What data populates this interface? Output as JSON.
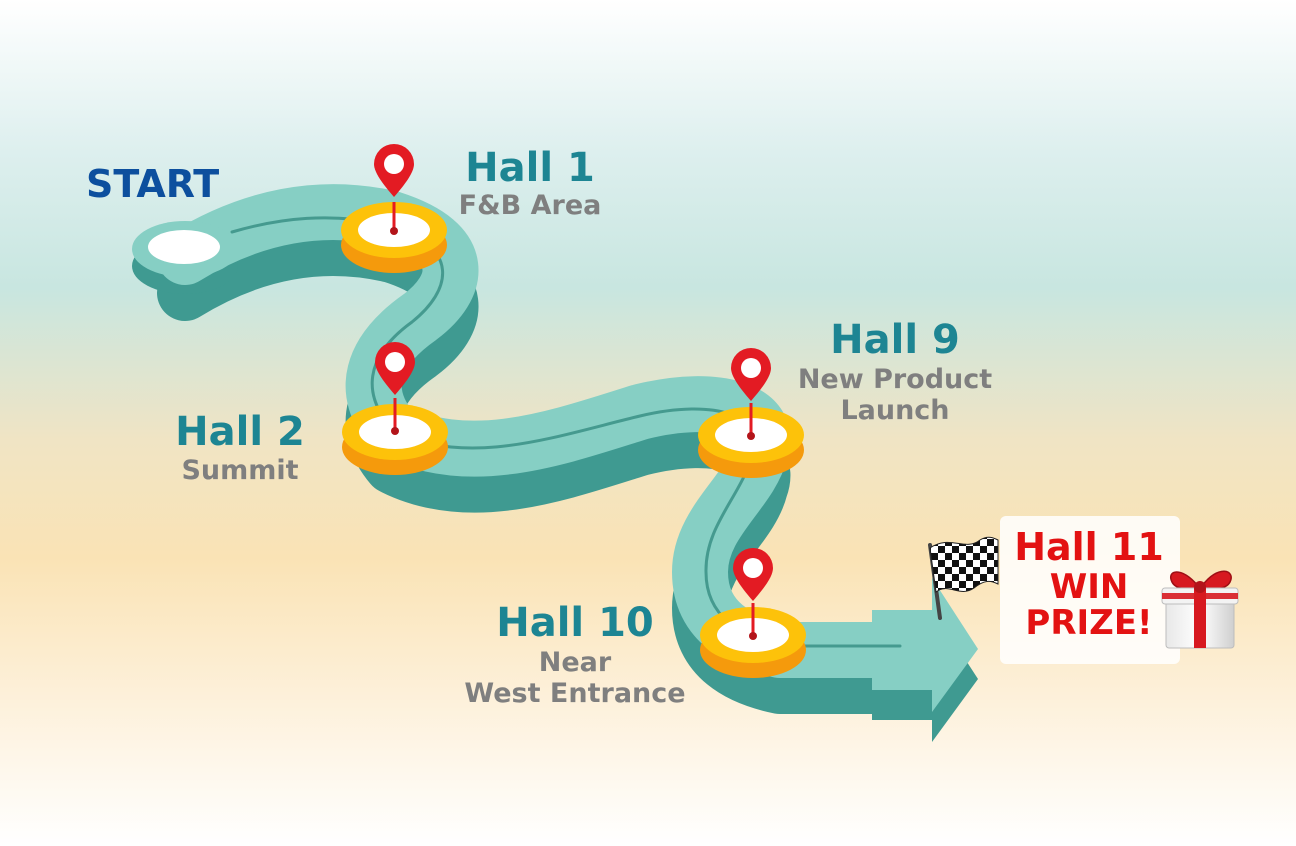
{
  "start": {
    "label": "START"
  },
  "halls": [
    {
      "title": "Hall 1",
      "lines": [
        "F&B Area"
      ]
    },
    {
      "title": "Hall 2",
      "lines": [
        "Summit"
      ]
    },
    {
      "title": "Hall 9",
      "lines": [
        "New Product",
        "Launch"
      ]
    },
    {
      "title": "Hall 10",
      "lines": [
        "Near",
        "West Entrance"
      ]
    }
  ],
  "finish": {
    "title": "Hall 11",
    "line1": "WIN",
    "line2": "PRIZE!"
  },
  "colors": {
    "road_top": "#86cfc4",
    "road_side": "#3f9a91",
    "road_lane": "#3e948a",
    "ring": "#fdc20a",
    "ring_side": "#f59a0c",
    "pin": "#e31b23",
    "hall_title": "#1d8593",
    "sub_text": "#7f7f7f",
    "start_text": "#0d4f9e",
    "finish_text": "#e31212"
  },
  "icons": [
    "map-pin-icon",
    "checkered-flag-icon",
    "gift-box-icon"
  ]
}
